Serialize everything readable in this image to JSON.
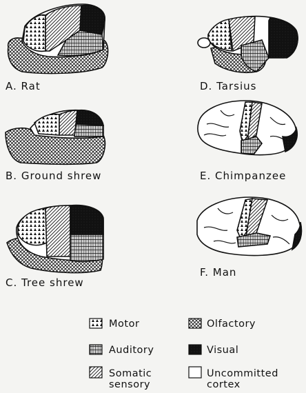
{
  "panels": [
    {
      "id": "A",
      "label": "A. Rat"
    },
    {
      "id": "B",
      "label": "B. Ground shrew"
    },
    {
      "id": "C",
      "label": "C. Tree shrew"
    },
    {
      "id": "D",
      "label": "D. Tarsius"
    },
    {
      "id": "E",
      "label": "E. Chimpanzee"
    },
    {
      "id": "F",
      "label": "F. Man"
    }
  ],
  "legend": {
    "motor": "Motor",
    "olfactory": "Olfactory",
    "auditory": "Auditory",
    "visual": "Visual",
    "somatic_1": "Somatic",
    "somatic_2": "sensory",
    "uncommitted_1": "Uncommitted",
    "uncommitted_2": "cortex"
  },
  "colors": {
    "ink": "#111111",
    "paper": "#f4f4f2"
  }
}
